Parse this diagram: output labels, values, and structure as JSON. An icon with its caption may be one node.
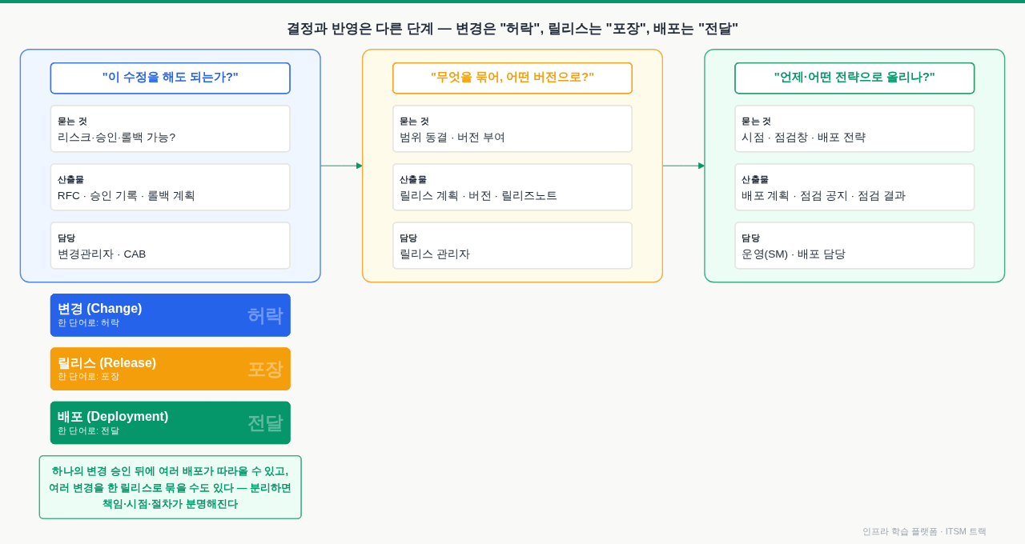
{
  "diagram": {
    "title": "결정과 반영은 다른 단계 — 변경은 \"허락\", 릴리스는 \"포장\", 배포는 \"전달\"",
    "nodes": [
      {
        "text": [
          "변경 (Change)",
          "한 단어로: 허락",
          "허락"
        ]
      },
      {
        "text": [],
        "shape": "box"
      },
      {
        "text": [
          "\"이 수정을 해도 되는가?\""
        ],
        "in": 1
      },
      {
        "text": [
          "묻는 것",
          "리스크·승인·롤백 가능?"
        ],
        "in": 1
      },
      {
        "text": [
          "산출물",
          "RFC · 승인 기록 · 롤백 계획"
        ],
        "in": 1
      },
      {
        "text": [
          "담당",
          "변경관리자 · CAB"
        ],
        "in": 1
      },
      {
        "text": [
          "릴리스 (Release)",
          "한 단어로: 포장",
          "포장"
        ]
      },
      {
        "text": [],
        "shape": "box"
      },
      {
        "text": [
          "\"무엇을 묶어, 어떤 버전으로?\""
        ],
        "in": 7
      },
      {
        "text": [
          "묻는 것",
          "범위 동결 · 버전 부여"
        ],
        "in": 7
      },
      {
        "text": [
          "산출물",
          "릴리스 계획 · 버전 · 릴리즈노트"
        ],
        "in": 7
      },
      {
        "text": [
          "담당",
          "릴리스 관리자"
        ],
        "in": 7
      },
      {
        "text": [
          "배포 (Deployment)",
          "한 단어로: 전달",
          "전달"
        ]
      },
      {
        "text": [],
        "shape": "box"
      },
      {
        "text": [
          "\"언제·어떤 전략으로 올리나?\""
        ],
        "in": 13
      },
      {
        "text": [
          "묻는 것",
          "시점 · 점검창 · 배포 전략"
        ],
        "in": 13
      },
      {
        "text": [
          "산출물",
          "배포 계획 · 점검 공지 · 점검 결과"
        ],
        "in": 13
      },
      {
        "text": [
          "담당",
          "운영(SM) · 배포 담당"
        ],
        "in": 13
      },
      {
        "text": [
          "하나의 변경 승인 뒤에 여러 배포가 따라올 수 있고, 여러 변경을 한 릴리스로 묶을 수도 있다 — 분리하면 책임·시점·절차가 분명해진다"
        ]
      }
    ],
    "edges": [
      {
        "from": 1,
        "to": 7,
        "arrow": "to"
      },
      {
        "from": 7,
        "to": 13,
        "arrow": "to"
      }
    ],
    "labels": [
      "인프라 학습 플랫폼 · ITSM 트랙"
    ]
  }
}
